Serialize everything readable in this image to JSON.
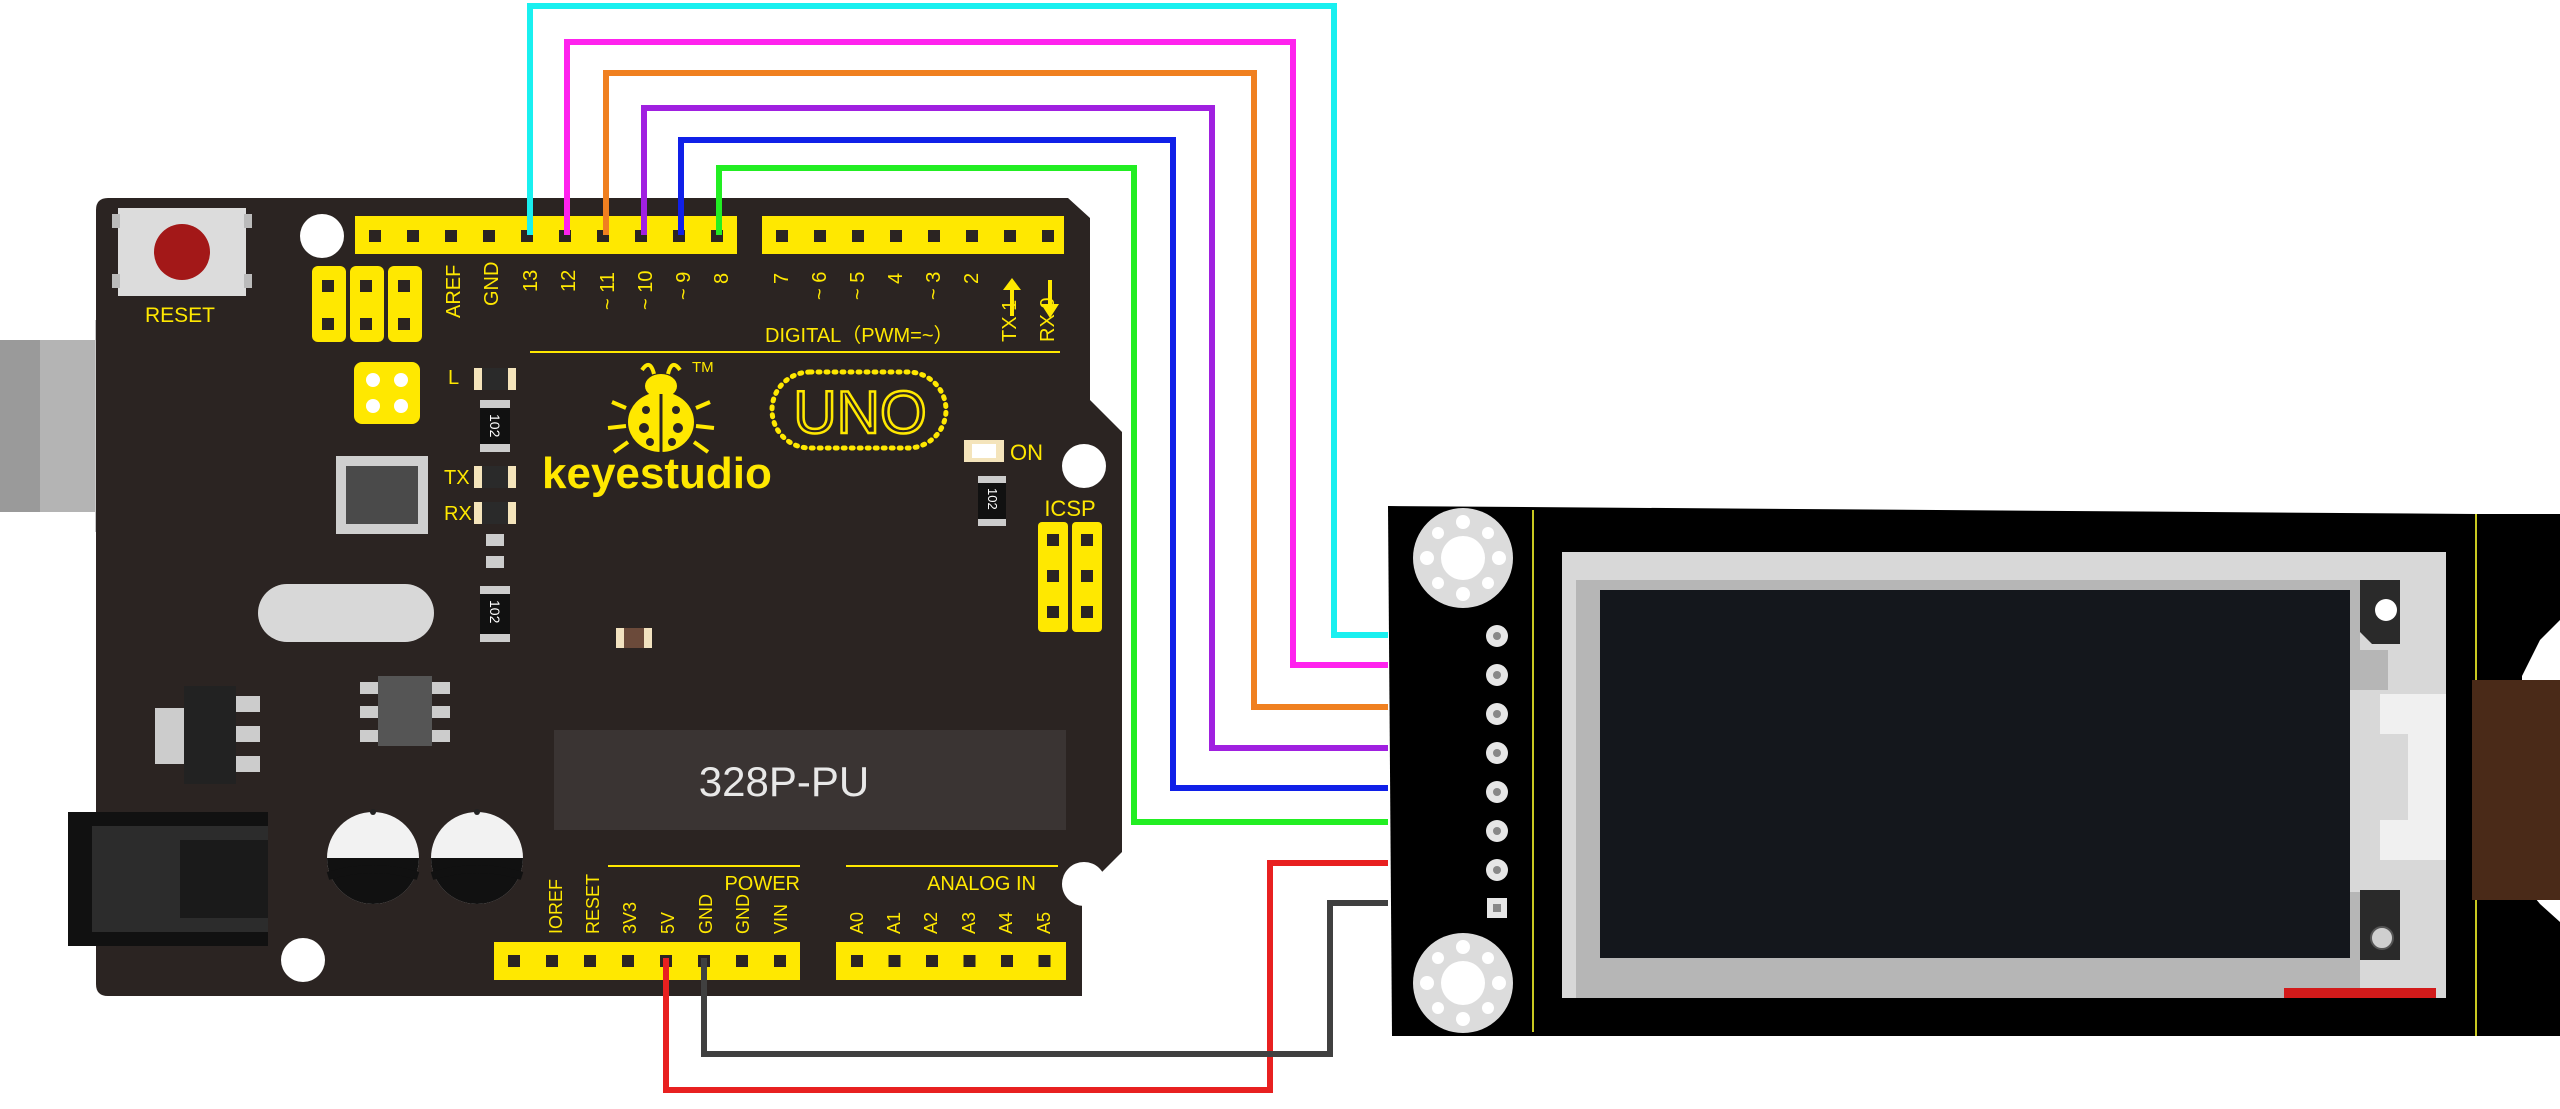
{
  "board": {
    "reset_label": "RESET",
    "brand": "keyestudio",
    "trademark": "TM",
    "model": "UNO",
    "chip_label": "328P-PU",
    "led_l": "L",
    "led_tx": "TX",
    "led_rx": "RX",
    "on_label": "ON",
    "icsp_label": "ICSP",
    "resistor_code": "102",
    "digital_label": "DIGITAL（PWM=~）",
    "power_label": "POWER",
    "analog_label": "ANALOG IN",
    "digital_pins_left": [
      "AREF",
      "GND",
      "13",
      "12",
      "~ 11",
      "~ 10",
      "~ 9",
      "8"
    ],
    "digital_pins_right": [
      "7",
      "~ 6",
      "~ 5",
      "4",
      "~ 3",
      "2",
      "TX 1",
      "RX 0"
    ],
    "power_pins": [
      "IOREF",
      "RESET",
      "3V3",
      "5V",
      "GND",
      "GND",
      "VIN"
    ],
    "analog_pins": [
      "A0",
      "A1",
      "A2",
      "A3",
      "A4",
      "A5"
    ]
  },
  "colors": {
    "board": "#2b2422",
    "header": "#ffe800",
    "silk": "#ffe800",
    "wire_13": "#19f0f0",
    "wire_12": "#ff22ee",
    "wire_11": "#f08020",
    "wire_10": "#a020e0",
    "wire_9": "#1020e8",
    "wire_8": "#22ee22",
    "wire_5v": "#e82020",
    "wire_gnd": "#404040",
    "display": "#000000",
    "screen": "#14171c"
  }
}
